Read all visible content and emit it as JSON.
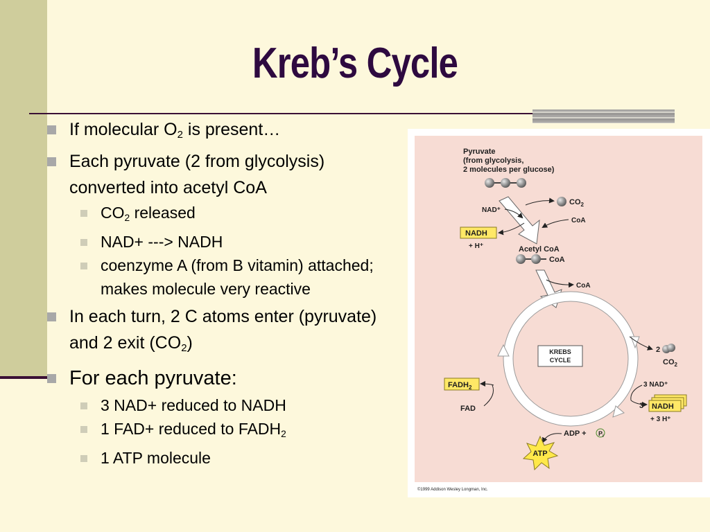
{
  "title": "Kreb’s Cycle",
  "bullets": {
    "b1_pre": "If molecular O",
    "b1_sub": "2",
    "b1_post": " is present…",
    "b2": "Each pyruvate (2 from glycolysis) converted into acetyl CoA",
    "b2_s1_pre": "CO",
    "b2_s1_sub": "2",
    "b2_s1_post": " released",
    "b2_s2": "NAD+ ---> NADH",
    "b2_s3": "coenzyme A (from B vitamin) attached; makes molecule very reactive",
    "b3_pre": "In each turn, 2 C atoms enter (pyruvate) and 2 exit (CO",
    "b3_sub": "2",
    "b3_post": ")",
    "b4": "For each pyruvate:",
    "b4_s1": "3 NAD+ reduced to NADH",
    "b4_s2_pre": "1 FAD+ reduced to FADH",
    "b4_s2_sub": "2",
    "b4_s3": "1 ATP molecule"
  },
  "figure": {
    "pyruvate_l1": "Pyruvate",
    "pyruvate_l2": "(from glycolysis,",
    "pyruvate_l3": "2 molecules per glucose)",
    "nad_top": "NAD⁺",
    "co2_top": "CO",
    "co2_top_sub": "2",
    "coa_in": "CoA",
    "nadh_top": "NADH",
    "h_top": "+ H⁺",
    "acetyl_coa": "Acetyl CoA",
    "acetyl_coa_tail": "CoA",
    "coa_out": "CoA",
    "krebs_l1": "KREBS",
    "krebs_l2": "CYCLE",
    "co2_right_count": "2",
    "co2_right": "CO",
    "co2_right_sub": "2",
    "fadh2": "FADH",
    "fadh2_sub": "2",
    "fad": "FAD",
    "nad_right": "3 NAD⁺",
    "nadh_right_count": "3",
    "nadh_right": "NADH",
    "h_right": "+ 3 H⁺",
    "adp": "ADP +",
    "pi": "P",
    "pi_sub": "i",
    "atp": "ATP",
    "copyright": "©1999 Addison Wesley Longman, Inc."
  },
  "colors": {
    "title": "#2e0a40",
    "band": "#cfcd9c",
    "background": "#fdf8dc",
    "figure_bg": "#f7dcd4",
    "highlight": "#ffe866"
  }
}
